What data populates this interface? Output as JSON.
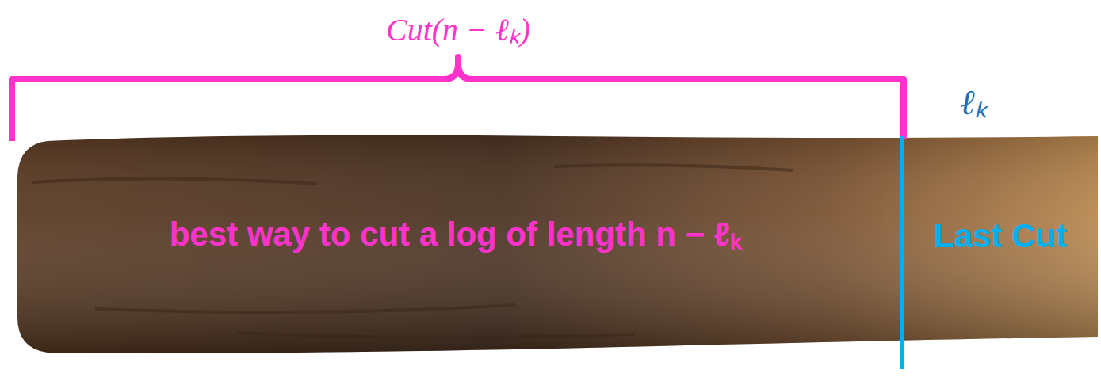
{
  "diagram": {
    "labels": [
      "Cut(n − ℓₖ)",
      "ℓₖ",
      "best way to cut a log of length n − ℓₖ",
      "Last Cut"
    ]
  }
}
